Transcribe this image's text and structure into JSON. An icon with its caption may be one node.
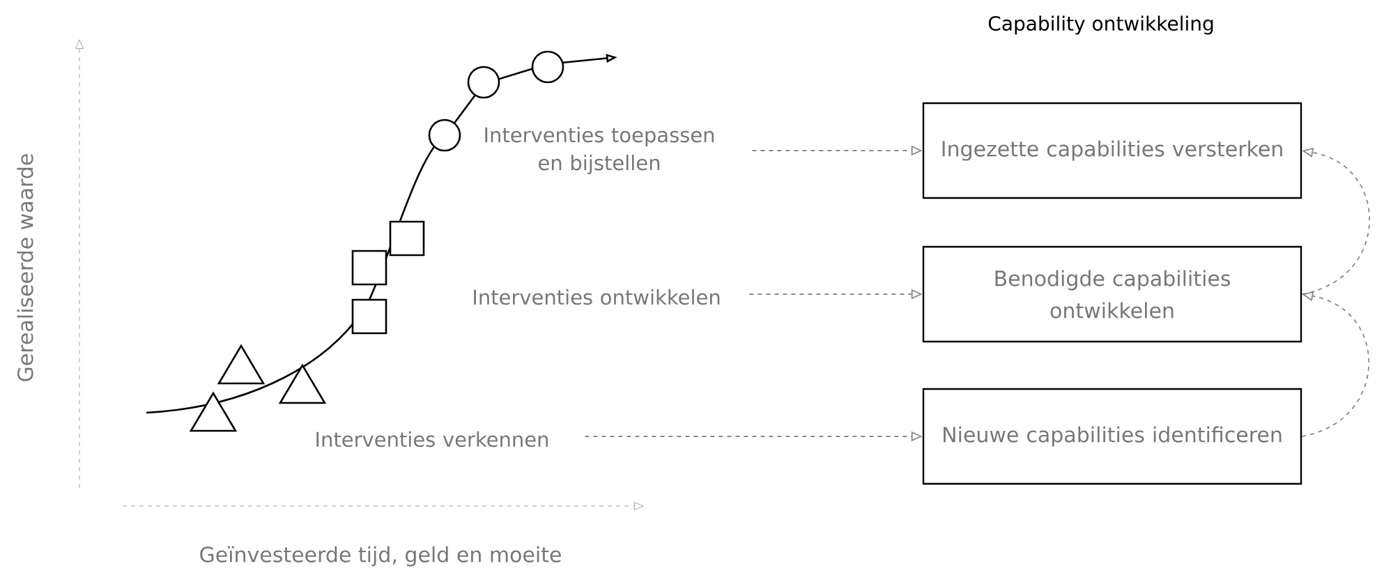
{
  "diagram": {
    "title": "Capability ontwikkeling",
    "nodes": [
      {
        "text": [
          "Interventies toepassen en bijstellen"
        ]
      },
      {
        "text": [
          "Interventies ontwikkelen"
        ]
      },
      {
        "text": [
          "Interventies verkennen"
        ]
      },
      {
        "text": [
          "Ingezette capabilities versterken"
        ]
      },
      {
        "text": [
          "Benodigde capabilities ontwikkelen"
        ]
      },
      {
        "text": [
          "Nieuwe capabilities identificeren"
        ]
      }
    ],
    "edges": [
      {
        "from": 0,
        "to": 3,
        "arrow": "to",
        "style": "dashed"
      },
      {
        "from": 1,
        "to": 4,
        "arrow": "to",
        "style": "dashed"
      },
      {
        "from": 2,
        "to": 5,
        "arrow": "to",
        "style": "dashed"
      },
      {
        "from": 5,
        "to": 4,
        "arrow": "to",
        "style": "dashed"
      },
      {
        "from": 4,
        "to": 3,
        "arrow": "to",
        "style": "dashed"
      }
    ],
    "labels": [
      "Gerealiseerde waarde",
      "Geïnvesteerde tijd, geld en moeite"
    ]
  }
}
